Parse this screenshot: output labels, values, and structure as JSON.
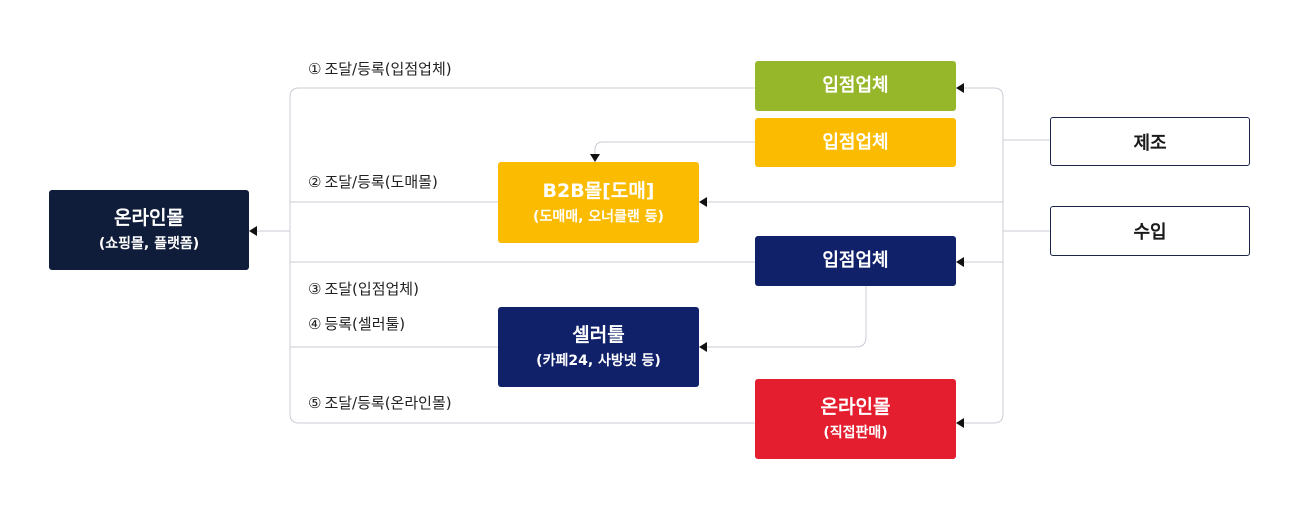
{
  "nodes": {
    "online_mall_main": {
      "line1": "온라인몰",
      "line2": "(쇼핑몰, 플랫폼)"
    },
    "vendor_green": {
      "line1": "입점업체"
    },
    "vendor_amber": {
      "line1": "입점업체"
    },
    "b2b_mall": {
      "line1": "B2B몰[도매]",
      "line2": "(도매매, 오너클랜 등)"
    },
    "vendor_blue": {
      "line1": "입점업체"
    },
    "seller_tool": {
      "line1": "셀러툴",
      "line2": "(카페24, 사방넷 등)"
    },
    "online_mall_direct": {
      "line1": "온라인몰",
      "line2": "(직접판매)"
    },
    "manufacture": {
      "line1": "제조"
    },
    "import": {
      "line1": "수입"
    }
  },
  "flows": [
    {
      "num": "①",
      "text": "조달/등록(입점업체)"
    },
    {
      "num": "②",
      "text": "조달/등록(도매몰)"
    },
    {
      "num": "③",
      "text": "조달(입점업체)"
    },
    {
      "num": "④",
      "text": "등록(셀러툴)"
    },
    {
      "num": "⑤",
      "text": "조달/등록(온라인몰)"
    }
  ],
  "colors": {
    "navy": "#0f1c3a",
    "blue": "#10216a",
    "green": "#97b72a",
    "amber": "#fbbb00",
    "red": "#e41e2f",
    "line": "#c8ccd4",
    "arrow": "#111111"
  }
}
